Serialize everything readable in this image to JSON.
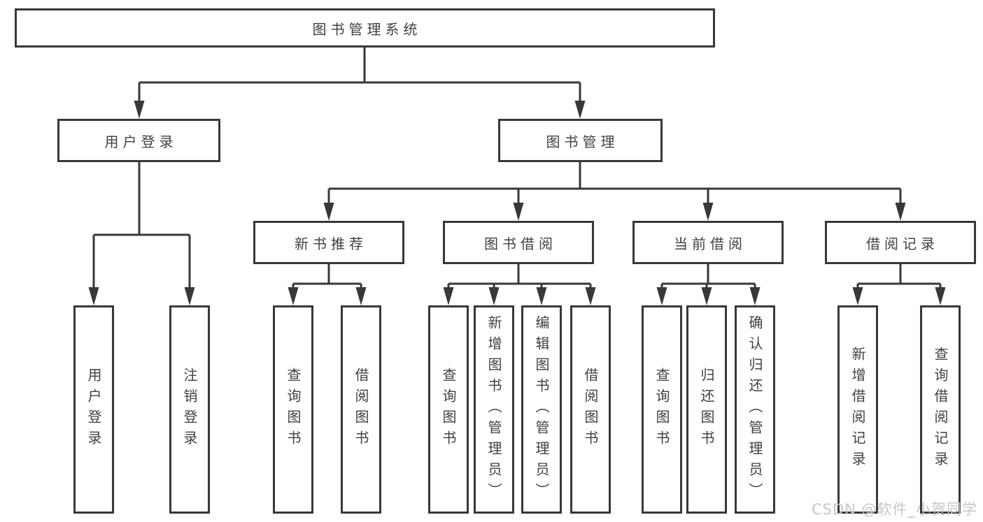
{
  "tree": {
    "label": "图书管理系统",
    "children": [
      {
        "label": "用户登录",
        "children": [
          {
            "label": "用户登录"
          },
          {
            "label": "注销登录"
          }
        ]
      },
      {
        "label": "图书管理",
        "children": [
          {
            "label": "新书推荐",
            "children": [
              {
                "label": "查询图书"
              },
              {
                "label": "借阅图书"
              }
            ]
          },
          {
            "label": "图书借阅",
            "children": [
              {
                "label": "查询图书"
              },
              {
                "label": "新增图书（管理员）"
              },
              {
                "label": "编辑图书（管理员）"
              },
              {
                "label": "借阅图书"
              }
            ]
          },
          {
            "label": "当前借阅",
            "children": [
              {
                "label": "查询图书"
              },
              {
                "label": "归还图书"
              },
              {
                "label": "确认归还（管理员）"
              }
            ]
          },
          {
            "label": "借阅记录",
            "children": [
              {
                "label": "新增借阅记录"
              },
              {
                "label": "查询借阅记录"
              }
            ]
          }
        ]
      }
    ]
  },
  "watermark": {
    "text": "CSDN @软件_小贺同学"
  },
  "colors": {
    "line": "#383838",
    "border": "#383838",
    "text": "#3d4147",
    "watermark": "#c6c6c6",
    "bg": "#ffffff"
  }
}
